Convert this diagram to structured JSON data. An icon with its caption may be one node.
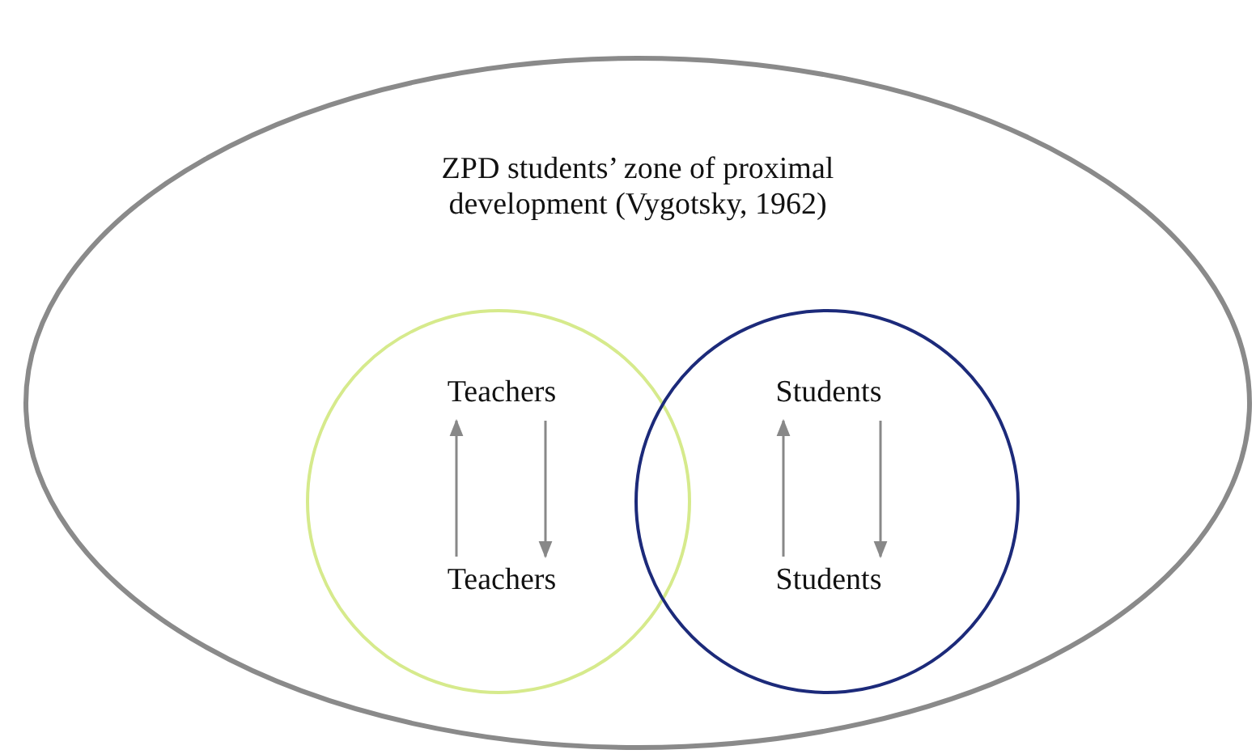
{
  "diagram": {
    "nodes": [
      {
        "text": [
          "ZPD students’ zone of proximal development (Vygotsky, 1962)"
        ]
      },
      {
        "text": [],
        "shape": "circle",
        "in": 0
      },
      {
        "text": [
          "Teachers"
        ],
        "in": 1
      },
      {
        "text": [
          "Teachers"
        ],
        "in": 1
      },
      {
        "text": [],
        "shape": "circle",
        "in": 0
      },
      {
        "text": [
          "Students"
        ],
        "in": 4
      },
      {
        "text": [
          "Students"
        ],
        "in": 4
      }
    ],
    "edges": [
      {
        "from": 3,
        "to": 2,
        "arrow": "to"
      },
      {
        "from": 2,
        "to": 3,
        "arrow": "to"
      },
      {
        "from": 6,
        "to": 5,
        "arrow": "to"
      },
      {
        "from": 5,
        "to": 6,
        "arrow": "to"
      }
    ]
  }
}
